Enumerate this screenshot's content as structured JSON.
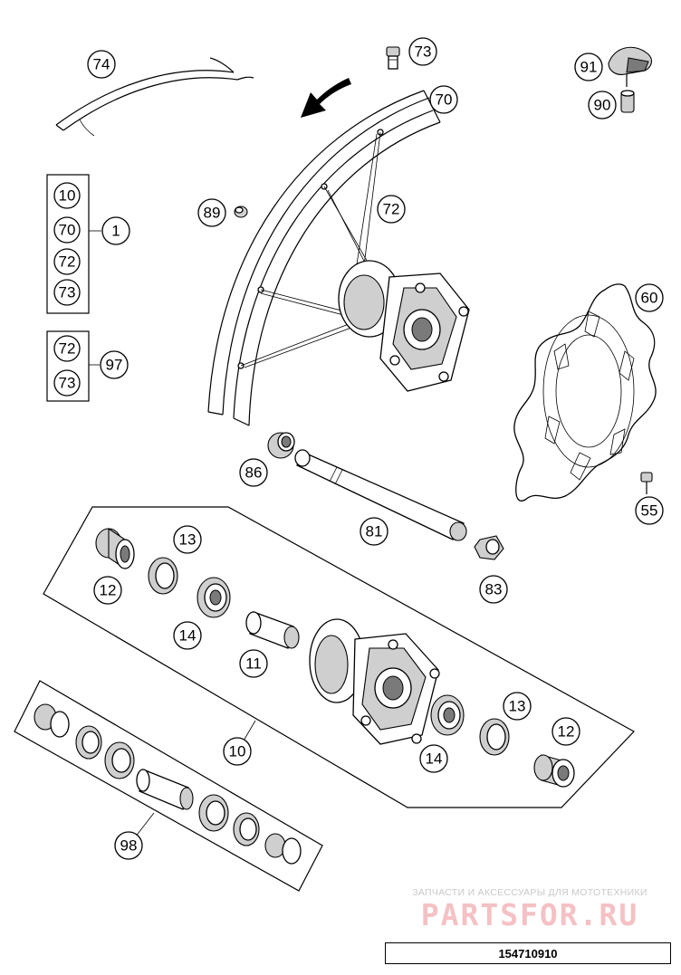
{
  "callouts": {
    "c74": "74",
    "c73_top": "73",
    "c91": "91",
    "c90": "90",
    "c70_top": "70",
    "c89": "89",
    "c72_top": "72",
    "c60": "60",
    "c55": "55",
    "c86": "86",
    "c81": "81",
    "c83": "83",
    "c13_left": "13",
    "c12_left": "12",
    "c14_left": "14",
    "c11": "11",
    "c13_right": "13",
    "c12_right": "12",
    "c14_right": "14",
    "c10_group": "10",
    "c98": "98",
    "c97": "97",
    "c1": "1",
    "box_a": [
      "10",
      "70",
      "72",
      "73"
    ],
    "box_b": [
      "72",
      "73"
    ]
  },
  "watermark": {
    "tagline": "ЗАПЧАСТИ И АКСЕССУАРЫ ДЛЯ МОТОТЕХНИКИ",
    "brand": "PARTSFOR.RU"
  },
  "diagram_code": "154710910"
}
